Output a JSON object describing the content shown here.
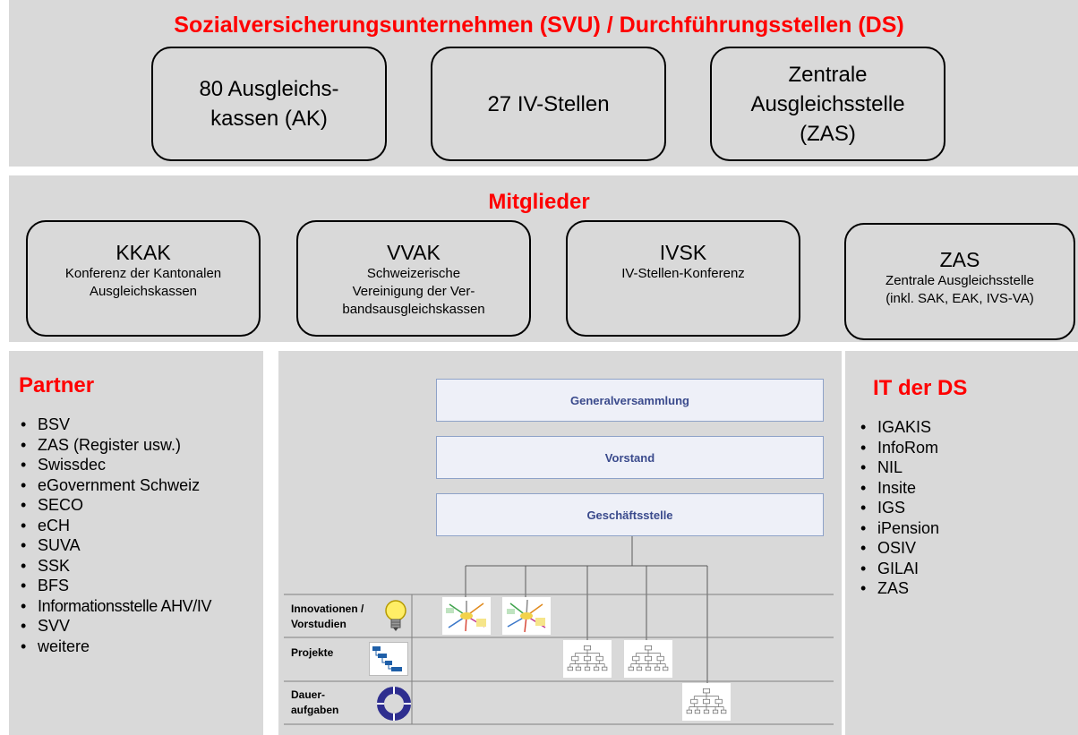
{
  "top": {
    "title": "Sozialversicherungsunternehmen (SVU) / Durchführungsstellen (DS)",
    "boxes": [
      {
        "line1": "80 Ausgleichs-",
        "line2": "kassen (AK)",
        "line3": ""
      },
      {
        "line1": "27 IV-Stellen",
        "line2": "",
        "line3": ""
      },
      {
        "line1": "Zentrale",
        "line2": "Ausgleichsstelle",
        "line3": "(ZAS)"
      }
    ]
  },
  "members": {
    "title": "Mitglieder",
    "boxes": [
      {
        "head": "KKAK",
        "sub1": "Konferenz der Kantonalen",
        "sub2": "Ausgleichskassen",
        "sub3": ""
      },
      {
        "head": "VVAK",
        "sub1": "Schweizerische",
        "sub2": "Vereinigung der Ver-",
        "sub3": "bandsausgleichskassen"
      },
      {
        "head": "IVSK",
        "sub1": "IV-Stellen-Konferenz",
        "sub2": "",
        "sub3": ""
      },
      {
        "head": "ZAS",
        "sub1": "Zentrale Ausgleichsstelle",
        "sub2": "(inkl. SAK, EAK, IVS-VA)",
        "sub3": ""
      }
    ]
  },
  "partner": {
    "title": "Partner",
    "items": [
      "BSV",
      "ZAS (Register usw.)",
      "Swissdec",
      "eGovernment Schweiz",
      "SECO",
      "eCH",
      "SUVA",
      "SSK",
      "BFS",
      "Informationsstelle AHV/IV",
      "SVV",
      "weitere"
    ]
  },
  "it": {
    "title": "IT der DS",
    "items": [
      "IGAKIS",
      "InfoRom",
      "NIL",
      "Insite",
      "IGS",
      "iPension",
      "OSIV",
      "GILAI",
      "ZAS"
    ]
  },
  "org": {
    "boxes": [
      "Generalversammlung",
      "Vorstand",
      "Geschäftsstelle"
    ],
    "rows": [
      {
        "line1": "Innovationen /",
        "line2": "Vorstudien",
        "icon": "lightbulb-icon"
      },
      {
        "line1": "Projekte",
        "line2": "",
        "icon": "gantt-chart-icon"
      },
      {
        "line1": "Dauer-",
        "line2": "aufgaben",
        "icon": "cycle-icon"
      }
    ]
  },
  "colors": {
    "title_red": "#ff0000",
    "panel_gray": "#d9d9d9",
    "org_text": "#3a4a8c",
    "org_border": "#8ea2c8"
  }
}
